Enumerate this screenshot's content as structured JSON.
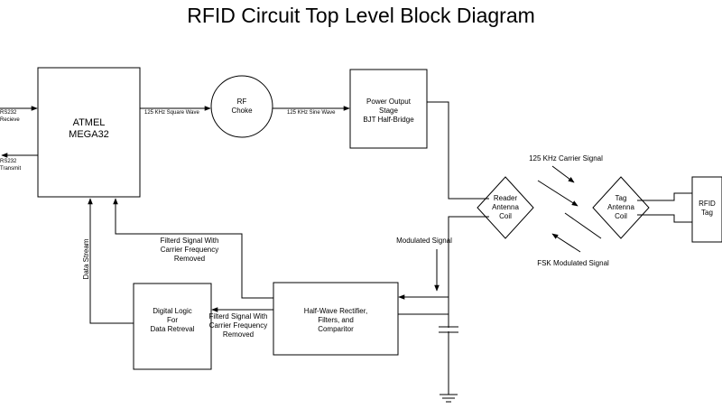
{
  "title": "RFID Circuit Top Level Block Diagram",
  "blocks": {
    "atmel": [
      "ATMEL",
      "MEGA32"
    ],
    "rf_choke": [
      "RF",
      "Choke"
    ],
    "power_output": [
      "Power Output",
      "Stage",
      "BJT Half-Bridge"
    ],
    "reader_coil": [
      "Reader",
      "Antenna",
      "Coil"
    ],
    "tag_coil": [
      "Tag",
      "Antenna",
      "Coil"
    ],
    "rfid_tag": [
      "RFID",
      "Tag"
    ],
    "digital_logic": [
      "Digital Logic",
      "For",
      "Data Retreval"
    ],
    "rectifier": [
      "Half-Wave Rectifier,",
      "Filters, and",
      "Comparitor"
    ]
  },
  "labels": {
    "rs232_receive": [
      "RS232",
      "Recieve"
    ],
    "rs232_transmit": [
      "RS232",
      "Transmit"
    ],
    "square_wave": "125 KHz Square Wave",
    "sine_wave": "125 KHz Sine Wave",
    "carrier_signal": "125 KHz Carrier Signal",
    "fsk_signal": "FSK Modulated Signal",
    "modulated_signal": "Modulated Signal",
    "filtered_to_mcu": [
      "Filterd Signal With",
      "Carrier Frequency",
      "Removed"
    ],
    "filtered_to_logic": [
      "Filterd Signal With",
      "Carrier Frequency",
      "Removed"
    ],
    "data_stream": "Data Stream"
  }
}
